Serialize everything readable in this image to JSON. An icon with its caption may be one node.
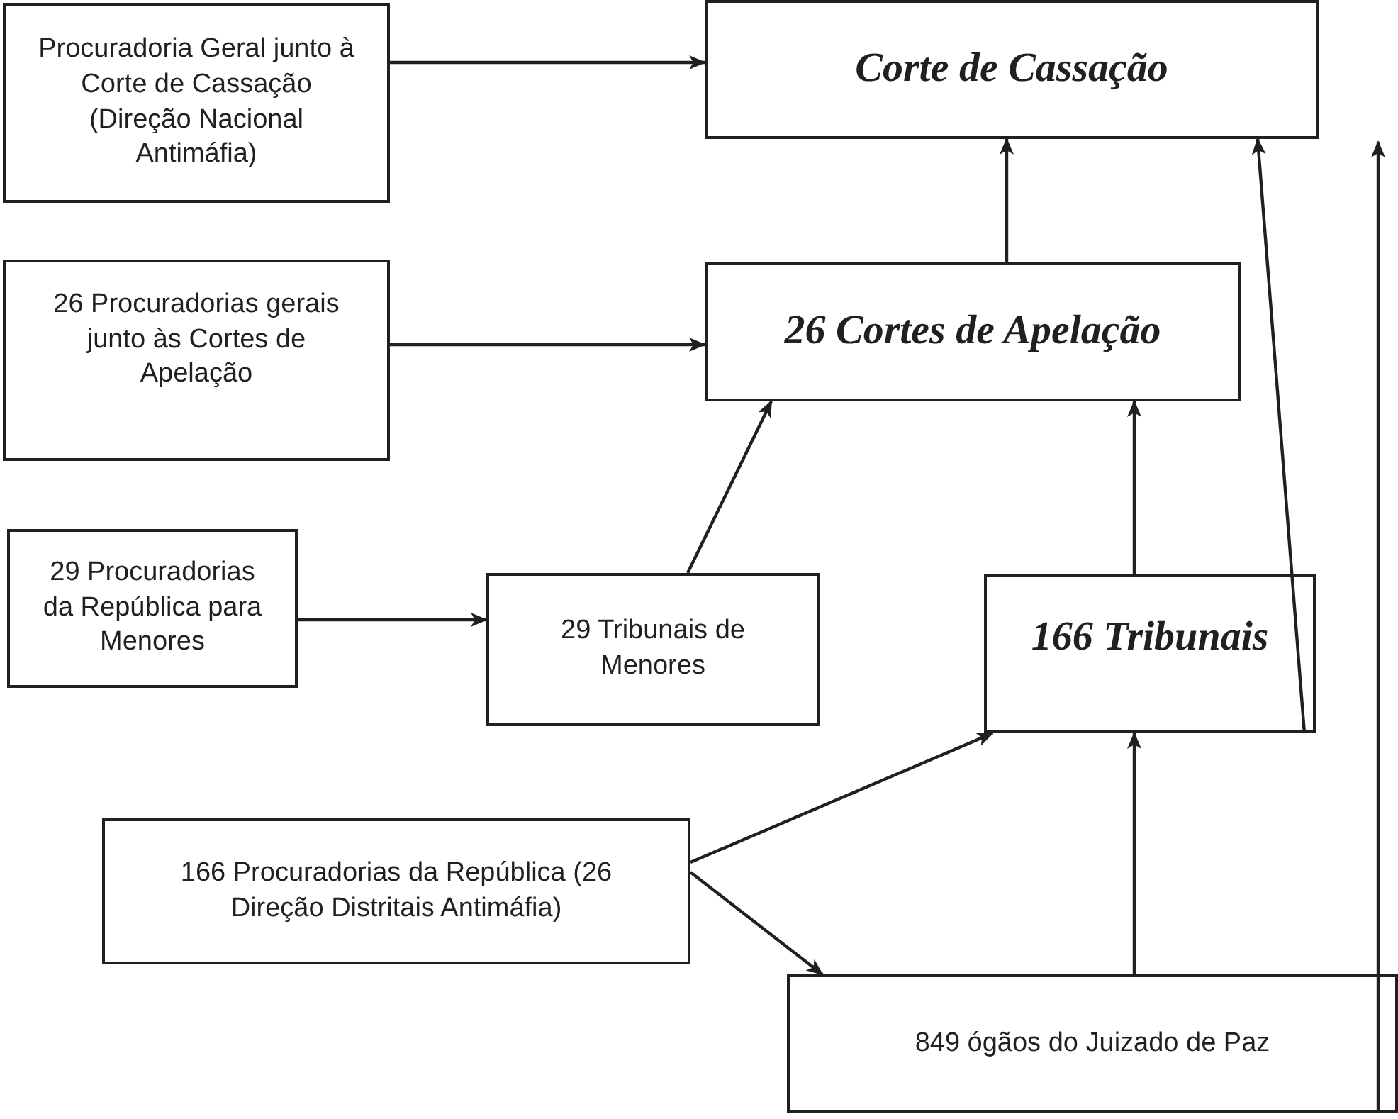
{
  "diagram": {
    "nodes": [
      {
        "text": [
          "Procuradoria Geral junto à Corte de Cassação (Direção Nacional Antimáfia)"
        ]
      },
      {
        "text": [
          "Corte de Cassação"
        ]
      },
      {
        "text": [
          "26 Procuradorias gerais junto às Cortes de Apelação"
        ]
      },
      {
        "text": [
          "26 Cortes de Apelação"
        ]
      },
      {
        "text": [
          "29 Procuradorias da República para Menores"
        ]
      },
      {
        "text": [
          "29 Tribunais de Menores"
        ]
      },
      {
        "text": [
          "166 Tribunais"
        ]
      },
      {
        "text": [
          "166 Procuradorias da República (26 Direção Distritais Antimáfia)"
        ]
      },
      {
        "text": [
          "849 ógãos do Juizado de Paz"
        ]
      }
    ],
    "edges": [
      {
        "from": 0,
        "to": 1,
        "arrow": "to"
      },
      {
        "from": 2,
        "to": 3,
        "arrow": "to"
      },
      {
        "from": 3,
        "to": 1,
        "arrow": "to"
      },
      {
        "from": 5,
        "to": 3,
        "arrow": "to"
      },
      {
        "from": 4,
        "to": 5,
        "arrow": "to"
      },
      {
        "from": 6,
        "to": 3,
        "arrow": "to"
      },
      {
        "from": 7,
        "to": 6,
        "arrow": "to"
      },
      {
        "from": 7,
        "to": 8,
        "arrow": "to"
      },
      {
        "from": 8,
        "to": 6,
        "arrow": "to"
      },
      {
        "from": 6,
        "to": 1,
        "arrow": "to"
      },
      {
        "from": 8,
        "to": null,
        "arrow": "to"
      }
    ]
  }
}
